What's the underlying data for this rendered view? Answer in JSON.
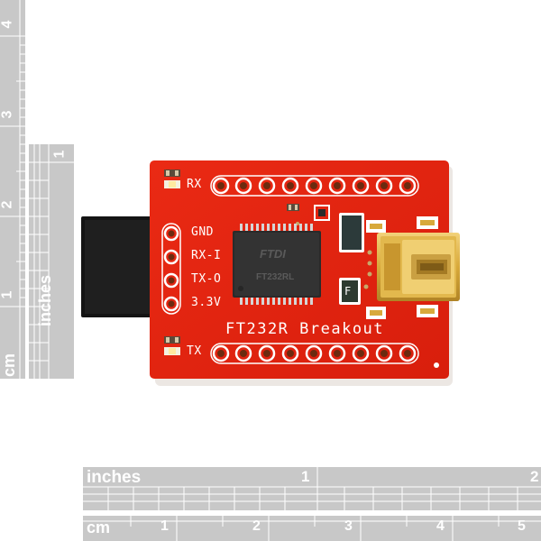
{
  "rulers": {
    "vertical_inches": {
      "unit_label": "inches",
      "numbers": [
        "1"
      ]
    },
    "vertical_cm": {
      "unit_label": "cm",
      "numbers": [
        "1",
        "2",
        "3",
        "4"
      ]
    },
    "horizontal_inches": {
      "unit_label": "inches",
      "numbers": [
        "1",
        "2"
      ]
    },
    "horizontal_cm": {
      "unit_label": "cm",
      "numbers": [
        "1",
        "2",
        "3",
        "4",
        "5"
      ]
    }
  },
  "board": {
    "title": "FT232R Breakout",
    "rx_label": "RX",
    "tx_label": "TX",
    "pins": [
      "GND",
      "RX-I",
      "TX-O",
      "3.3V"
    ],
    "fuse_label": "F",
    "chip_brand": "FTDI",
    "chip_model": "FT232RL",
    "colors": {
      "pcb": "#e32410",
      "silkscreen": "#ffffff",
      "chip": "#2a2a2a",
      "gold": "#d8a93b"
    }
  }
}
